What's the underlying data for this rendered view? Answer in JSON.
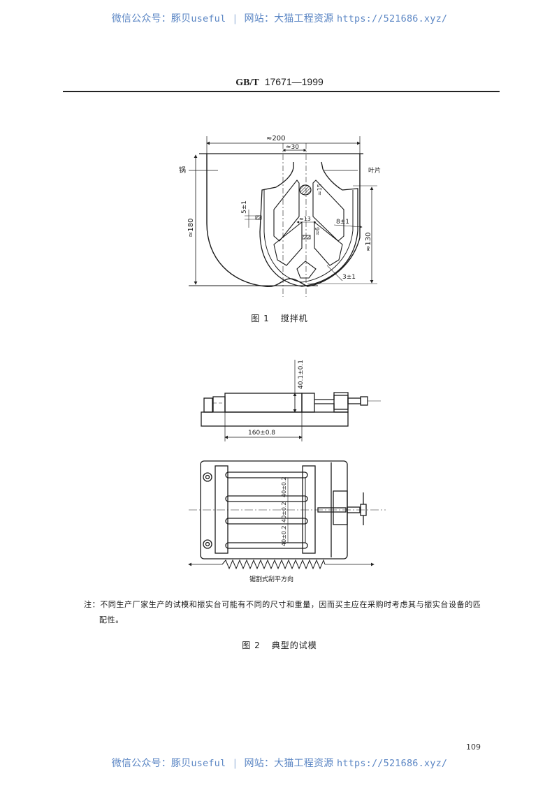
{
  "watermark": {
    "wechat_label": "微信公众号：豚贝",
    "wechat_id": "useful",
    "separator": "|",
    "site_label": "网站：大猫工程资源",
    "url": "https://521686.xyz/"
  },
  "header": {
    "standard_prefix": "GB/T",
    "standard_number": "17671—1999"
  },
  "figure1": {
    "caption_number": "图 1",
    "caption_title": "搅拌机",
    "labels": {
      "bowl": "锅",
      "blade": "叶片",
      "width_total": "≈200",
      "width_center": "≈30",
      "height_total": "≈180",
      "height_blade": "≈130",
      "rod_diameter": "≈15",
      "gap_side": "5±1",
      "inner_width": "≈13",
      "inner_height": "≈6",
      "edge_gap": "8±1",
      "bottom_gap": "3±1"
    }
  },
  "figure2": {
    "caption_number": "图 2",
    "caption_title": "典型的试模",
    "labels": {
      "height": "40.1±0.1",
      "length": "160±0.8",
      "slot1": "40±0.2",
      "slot2": "40±0.2",
      "slot3": "40±0.2",
      "scrape_direction": "锯割式刮平方向"
    }
  },
  "note": {
    "line1": "注：不同生产厂家生产的试模和振实台可能有不同的尺寸和重量，因而买主应在采购时考虑其与振实台设备的匹",
    "line2": "配性。"
  },
  "page_number": "109",
  "colors": {
    "watermark": "#5b86c4",
    "ink": "#1a1a1a"
  }
}
